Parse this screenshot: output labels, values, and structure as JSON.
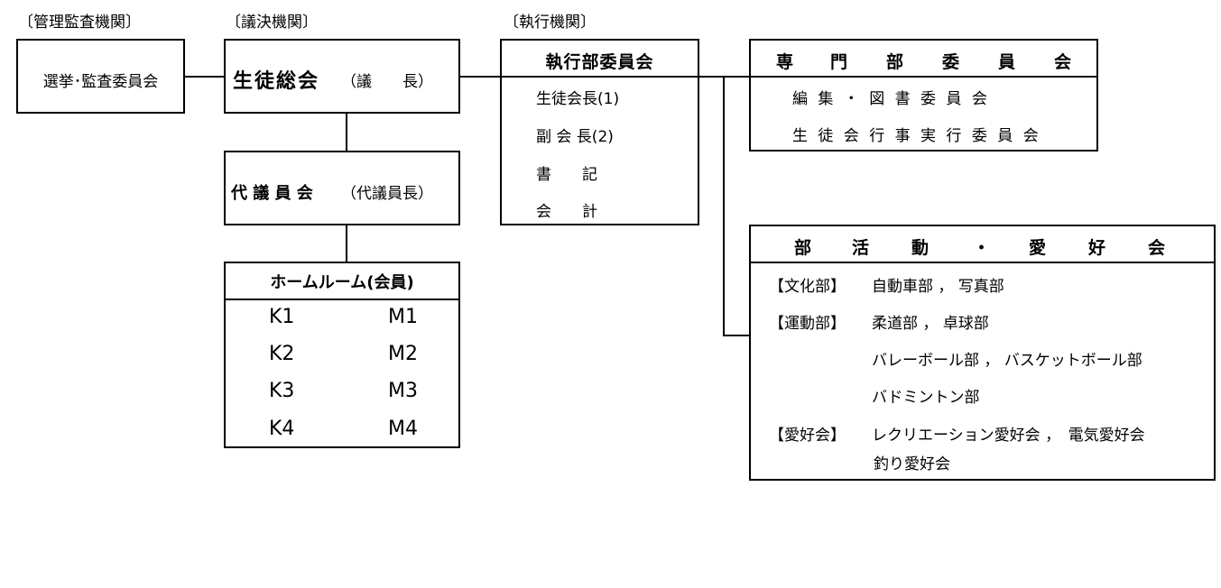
{
  "categories": {
    "management": "〔管理監査機関〕",
    "legislative": "〔議決機関〕",
    "executive": "〔執行機関〕"
  },
  "election_committee": "選挙･監査委員会",
  "general_assembly": {
    "name": "生徒総会",
    "role": "（議　　長）"
  },
  "representative_council": {
    "name": "代 議 員 会",
    "role": "（代議員長）"
  },
  "homeroom": {
    "title": "ホームルーム(会員)",
    "classes_left": [
      "K1",
      "K2",
      "K3",
      "K4"
    ],
    "classes_right": [
      "M1",
      "M2",
      "M3",
      "M4"
    ]
  },
  "executive_committee": {
    "title": "執行部委員会",
    "members": [
      "生徒会長(1)",
      "副 会 長(2)",
      "書　　記",
      "会　　計"
    ]
  },
  "special_committees": {
    "title": [
      "専",
      "門",
      "部",
      "委",
      "員",
      "会"
    ],
    "items": [
      "編 集 ・ 図 書 委 員 会",
      "生 徒 会 行 事 実 行 委 員 会"
    ]
  },
  "clubs": {
    "title": [
      "部",
      "活",
      "動",
      "・",
      "愛",
      "好",
      "会"
    ],
    "culture_label": "【文化部】",
    "culture_items": "自動車部 ， 写真部",
    "sports_label": "【運動部】",
    "sports_line1": "柔道部 ， 卓球部",
    "sports_line2": "バレーボール部 ， バスケットボール部",
    "sports_line3": "バドミントン部",
    "hobby_label": "【愛好会】",
    "hobby_line1": "レクリエーション愛好会 ，　電気愛好会",
    "hobby_line2": "釣り愛好会"
  }
}
